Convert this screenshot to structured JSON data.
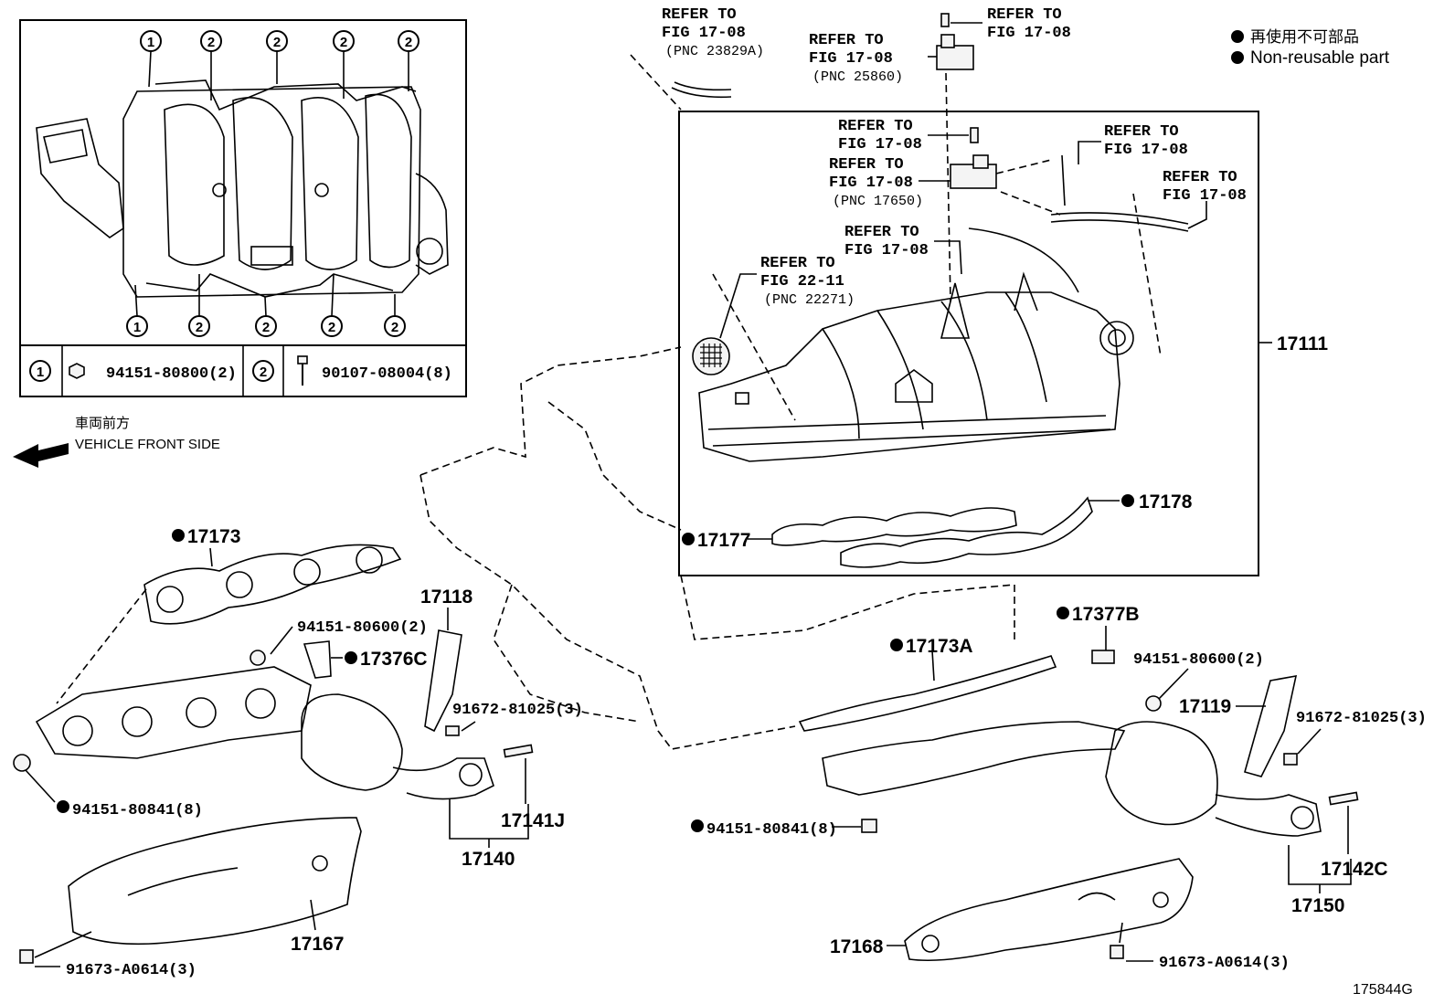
{
  "legend": {
    "non_reusable_jp": "再使用不可部品",
    "non_reusable_en": "Non-reusable part"
  },
  "direction": {
    "jp": "車両前方",
    "en": "VEHICLE FRONT SIDE"
  },
  "inset": {
    "markers_top": [
      "1",
      "2",
      "2",
      "2",
      "2"
    ],
    "markers_bottom": [
      "1",
      "2",
      "2",
      "2",
      "2"
    ],
    "table": [
      {
        "marker": "1",
        "part": "94151-80800(2)"
      },
      {
        "marker": "2",
        "part": "90107-08004(8)"
      }
    ]
  },
  "refer": {
    "r1": {
      "l1": "REFER TO",
      "l2": "FIG 17-08",
      "l3": "(PNC 23829A)"
    },
    "r2": {
      "l1": "REFER TO",
      "l2": "FIG 17-08"
    },
    "r3": {
      "l1": "REFER TO",
      "l2": "FIG 17-08",
      "l3": "(PNC 25860)"
    },
    "r4": {
      "l1": "REFER TO",
      "l2": "FIG 17-08"
    },
    "r5": {
      "l1": "REFER TO",
      "l2": "FIG 17-08"
    },
    "r6": {
      "l1": "REFER TO",
      "l2": "FIG 17-08",
      "l3": "(PNC 17650)"
    },
    "r7": {
      "l1": "REFER TO",
      "l2": "FIG 17-08"
    },
    "r8": {
      "l1": "REFER TO",
      "l2": "FIG 17-08"
    },
    "r9": {
      "l1": "REFER TO",
      "l2": "FIG 22-11",
      "l3": "(PNC 22271)"
    }
  },
  "parts": {
    "p17111": "17111",
    "p17178": "17178",
    "p17177": "17177",
    "p17173": "17173",
    "p17376c": "17376C",
    "b9415180600_left": "94151-80600(2)",
    "p17118": "17118",
    "b9167281025_left": "91672-81025(3)",
    "p17141j": "17141J",
    "p17140": "17140",
    "n9415180841_left": "94151-80841(8)",
    "p17167": "17167",
    "b91673a0614_left": "91673-A0614(3)",
    "p17377b": "17377B",
    "p17173a": "17173A",
    "b9415180600_right": "94151-80600(2)",
    "p17119": "17119",
    "b9167281025_right": "91672-81025(3)",
    "n9415180841_right": "94151-80841(8)",
    "p17142c": "17142C",
    "p17150": "17150",
    "p17168": "17168",
    "b91673a0614_right": "91673-A0614(3)"
  },
  "figure_id": "175844G"
}
